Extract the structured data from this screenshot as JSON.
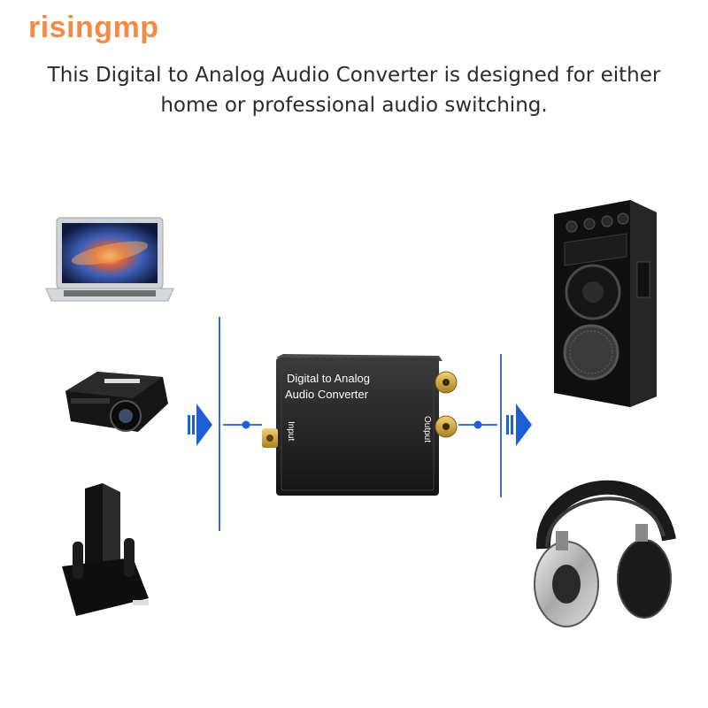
{
  "brand": {
    "name": "risingmp",
    "color": "#f28b45"
  },
  "headline": {
    "line1": "This Digital to Analog Audio Converter is designed for either",
    "line2": "home or professional audio switching."
  },
  "converter": {
    "title_line1": "Digital to Analog",
    "title_line2": "Audio Converter",
    "input_label": "Input",
    "output_label": "Output"
  },
  "colors": {
    "accent_blue": "#1f5fd6",
    "device_dark": "#1e1e1e",
    "gold": "#c9a13a"
  },
  "icons": [
    "laptop-icon",
    "projector-icon",
    "game-console-icon",
    "speaker-icon",
    "headphones-icon",
    "arrow-right-icon"
  ]
}
